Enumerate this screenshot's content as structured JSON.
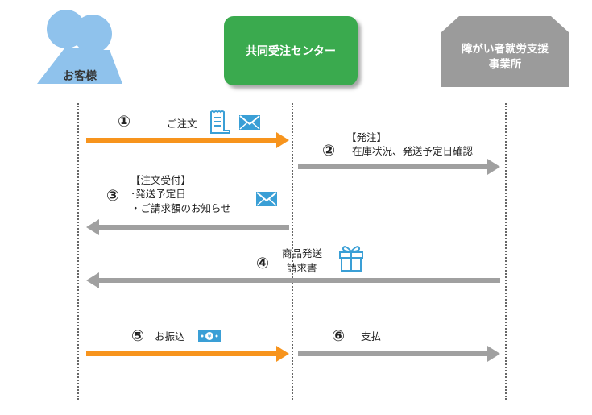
{
  "actors": {
    "customer": "お客様",
    "center": "共同受注センター",
    "office_line1": "障がい者就労支援",
    "office_line2": "事業所"
  },
  "steps": [
    {
      "num": "①",
      "text": "ご注文"
    },
    {
      "num": "②",
      "header": "【発注】",
      "text": "在庫状況、発送予定日確認"
    },
    {
      "num": "③",
      "header": "【注文受付】",
      "line1": "･発送予定日",
      "line2": "・ご請求額のお知らせ"
    },
    {
      "num": "④",
      "line1": "商品発送",
      "line2": "請求書"
    },
    {
      "num": "⑤",
      "text": "お振込"
    },
    {
      "num": "⑥",
      "text": "支払"
    }
  ],
  "colors": {
    "orange": "#f7941d",
    "gray": "#a0a0a0",
    "green": "#3aaa4e",
    "office_gray": "#9b9b9b",
    "icon_blue": "#3a9fd6"
  },
  "icons": [
    "person-icon",
    "receipt-icon",
    "mail-icon",
    "gift-icon",
    "money-icon"
  ]
}
